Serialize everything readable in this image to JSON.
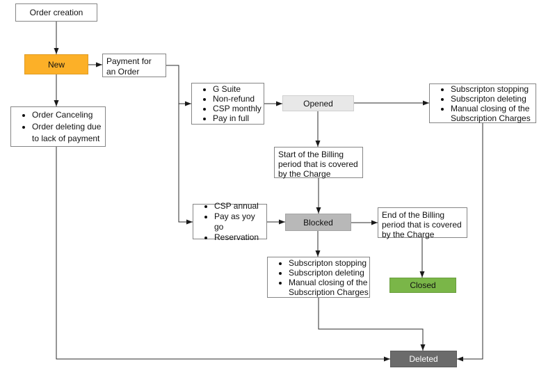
{
  "nodes": {
    "order_creation": {
      "label": "Order creation"
    },
    "new": {
      "label": "New",
      "color": "#FCB028",
      "text_color": "#111111"
    },
    "payment": {
      "label": "Payment for an Order"
    },
    "order_cancel": {
      "items": [
        "Order Canceling",
        "Order deleting due to lack of payment"
      ]
    },
    "gsuite": {
      "items": [
        "G Suite",
        "Non-refund",
        "CSP monthly",
        "Pay in full"
      ]
    },
    "opened": {
      "label": "Opened",
      "color": "#E8E8E8",
      "text_color": "#111111"
    },
    "start_billing": {
      "label": "Start of the Billing period that is covered by the Charge"
    },
    "substop_right": {
      "items": [
        "Subscripton stopping",
        "Subscripton deleting",
        "Manual closing of the Subscription Charges"
      ]
    },
    "csp_annual": {
      "items": [
        "CSP annual",
        "Pay as yoy go",
        "Reservation"
      ]
    },
    "blocked": {
      "label": "Blocked",
      "color": "#B8B8B8",
      "text_color": "#111111"
    },
    "end_billing": {
      "label": "End of the Billing period that is covered by the Charge"
    },
    "substop_mid": {
      "items": [
        "Subscripton stopping",
        "Subscripton deleting",
        "Manual closing of the Subscription Charges"
      ]
    },
    "closed": {
      "label": "Closed",
      "color": "#7AB648",
      "text_color": "#111111"
    },
    "deleted": {
      "label": "Deleted",
      "color": "#6B6B6B",
      "text_color": "#FFFFFF"
    }
  }
}
